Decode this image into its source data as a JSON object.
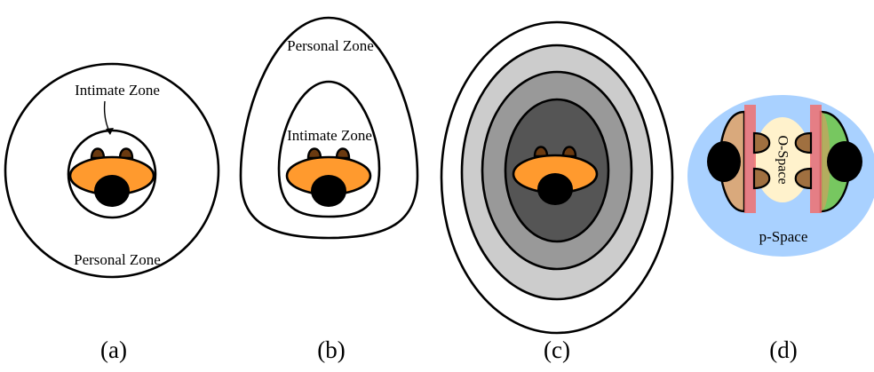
{
  "figure": {
    "panels": [
      {
        "id": "a",
        "label": "(a)",
        "zones": {
          "outer": "Personal Zone",
          "inner": "Intimate Zone"
        }
      },
      {
        "id": "b",
        "label": "(b)",
        "zones": {
          "outer": "Personal Zone",
          "inner": "Intimate Zone"
        }
      },
      {
        "id": "c",
        "label": "(c)",
        "ring_colors": [
          "#ffffff",
          "#cccccc",
          "#999999",
          "#555555"
        ]
      },
      {
        "id": "d",
        "label": "(d)",
        "spaces": {
          "outer": "p-Space",
          "inner": "O-Space"
        },
        "colors": {
          "p_space": "#a9d1ff",
          "o_space": "#fff2cc",
          "left_person": "#d9a97c",
          "right_person": "#77c760",
          "barrier": "#f07070"
        }
      }
    ],
    "person": {
      "body_color": "#ff9a2e",
      "hand_color": "#6b3a10",
      "head_color": "#000000"
    }
  }
}
